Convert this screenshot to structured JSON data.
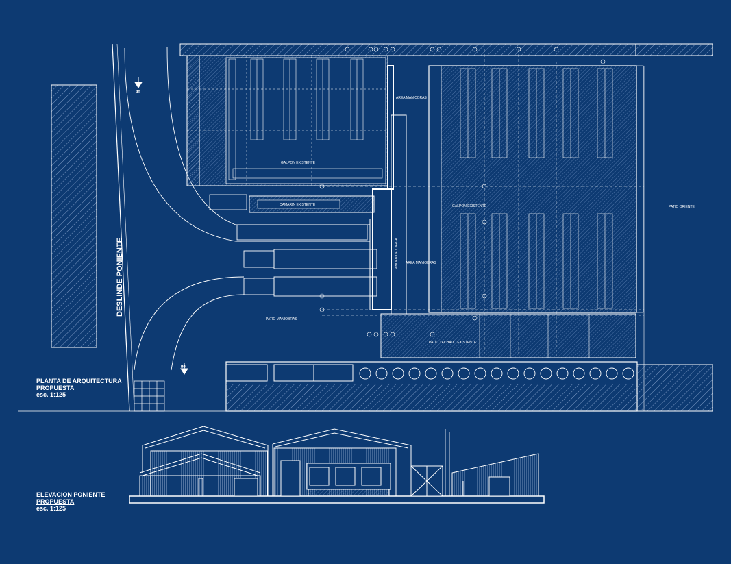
{
  "plan": {
    "title_line1": "PLANTA DE ARQUITECTURA",
    "title_line2": "PROPUESTA",
    "scale": "esc. 1:125",
    "labels": {
      "galpon_existente_1": "GALPON EXISTENTE",
      "galpon_existente_2": "GALPON EXISTENTE",
      "camarin_existente": "CAMARIN EXISTENTE",
      "area_maniobras_top": "AREA MANIOBRAS",
      "area_maniobras_mid": "AREA MANIOBRAS",
      "anden_de_carga": "ANDEN DE CARGA",
      "patio_maniobras": "PATIO MANIOBRAS",
      "patio_techado_existente": "PATIO TECHADO EXISTENTE",
      "patio_oriente": "PATIO ORIENTE",
      "deslinde_poniente": "DESLINDE PONIENTE",
      "level_top": "90",
      "level_bottom": "90"
    }
  },
  "elevation": {
    "title_line1": "ELEVACION PONIENTE",
    "title_line2": "PROPUESTA",
    "scale": "esc. 1:125"
  },
  "colors": {
    "background": "#0d3a72",
    "line": "#ffffff"
  }
}
